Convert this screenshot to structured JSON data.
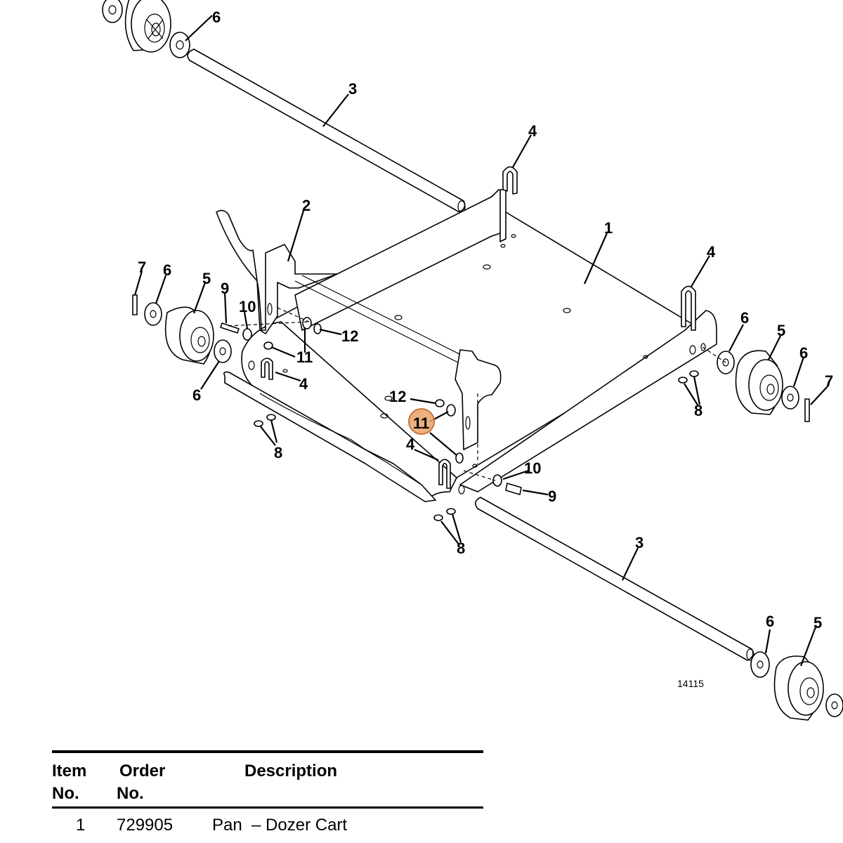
{
  "figure_number": "14115",
  "highlighted_callout": "11",
  "callouts": {
    "c1": "1",
    "c2": "2",
    "c3a": "3",
    "c3b": "3",
    "c4a": "4",
    "c4b": "4",
    "c4c": "4",
    "c4d": "4",
    "c5a": "5",
    "c5b": "5",
    "c5c": "5",
    "c6a": "6",
    "c6b": "6",
    "c6c": "6",
    "c6d": "6",
    "c6e": "6",
    "c6f": "6",
    "c7a": "7",
    "c7b": "7",
    "c8a": "8",
    "c8b": "8",
    "c8c": "8",
    "c9a": "9",
    "c9b": "9",
    "c10a": "10",
    "c10b": "10",
    "c11a": "11",
    "c11b": "11",
    "c12a": "12",
    "c12b": "12"
  },
  "table": {
    "headers": {
      "item_line1": "Item",
      "item_line2": "No.",
      "order_line1": "Order",
      "order_line2": "No.",
      "description": "Description"
    },
    "rows": [
      {
        "item": "1",
        "order": "729905",
        "description": "Pan  – Dozer Cart"
      }
    ]
  }
}
